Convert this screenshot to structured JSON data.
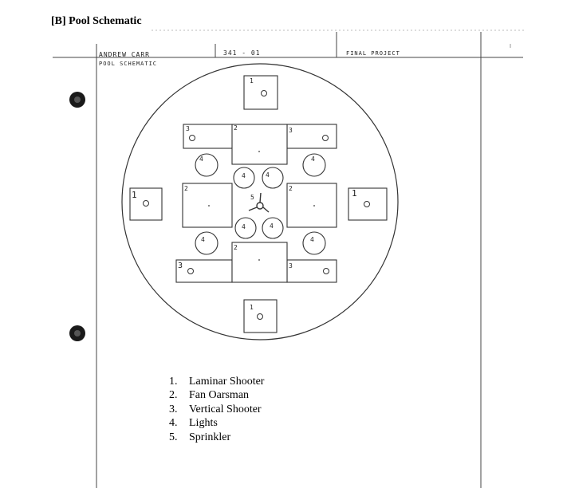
{
  "section_title": "[B] Pool Schematic",
  "title_block": {
    "name": "ANDREW CARR",
    "drawing_title": "POOL SCHEMATIC",
    "course_code": "341 - 01",
    "project": "FINAL PROJECT"
  },
  "schematic": {
    "labels": {
      "laminar": "1",
      "fan": "2",
      "vertical": "3",
      "light": "4",
      "sprinkler": "5"
    }
  },
  "legend": [
    {
      "num": "1.",
      "label": "Laminar Shooter"
    },
    {
      "num": "2.",
      "label": "Fan Oarsman"
    },
    {
      "num": "3.",
      "label": "Vertical Shooter"
    },
    {
      "num": "4.",
      "label": "Lights"
    },
    {
      "num": "5.",
      "label": "Sprinkler"
    }
  ]
}
